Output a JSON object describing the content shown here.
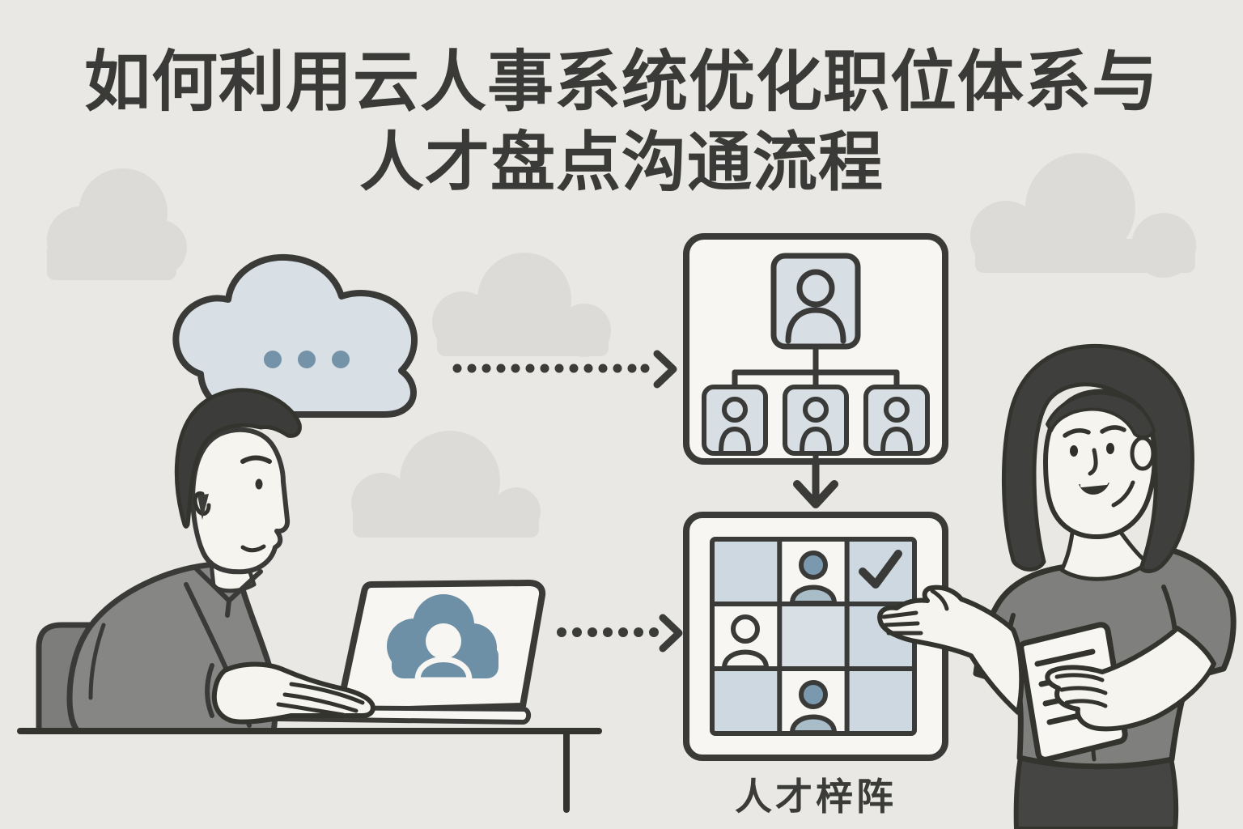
{
  "title": {
    "line1": "如何利用云人事系统优化职位体系与",
    "line2": "人才盘点沟通流程"
  },
  "matrix": {
    "caption": "人才梓阵",
    "rows": 3,
    "cols": 3,
    "cells": [
      [
        "tint",
        "avatar-blue",
        "checkmark"
      ],
      [
        "avatar-outline",
        "tint-light",
        "tint"
      ],
      [
        "tint",
        "avatar-blue",
        "tint"
      ]
    ]
  },
  "org_chart": {
    "root_count": 1,
    "child_count": 3
  },
  "flow": {
    "thought_to_orgchart": "dotted-arrow-right",
    "orgchart_to_matrix": "solid-arrow-down",
    "laptop_to_matrix": "dotted-arrow-right"
  },
  "icons": {
    "thought": "thought-cloud-ellipsis",
    "laptop_screen": "cloud-user",
    "org_box": "org-chart-hierarchy",
    "matrix_box": "talent-matrix-grid",
    "matrix_check": "checkmark",
    "woman_document": "document-lines"
  },
  "colors": {
    "background": "#e9e8e4",
    "outline": "#3a3a38",
    "title_text": "#3a3a38",
    "decor_cloud": "#dcdbd7",
    "thought_cloud_fill": "#d8dfe5",
    "thought_dots": "#7493a8",
    "panel_fill": "#f7f6f2",
    "card_fill": "#d7dee4",
    "cell_tint": "#cdd8e0",
    "cell_tint_light": "#d8dfe5",
    "avatar_blue_head": "#7b99ae",
    "avatar_blue_body": "#a9bdc9",
    "laptop_icon_blue": "#6e90a6",
    "man_shirt": "#868684",
    "woman_shirt": "#7f7f7d",
    "skin": "#f6f4ef",
    "hair": "#3c3c3a",
    "skirt": "#454543",
    "chair": "#7d7d7b"
  }
}
